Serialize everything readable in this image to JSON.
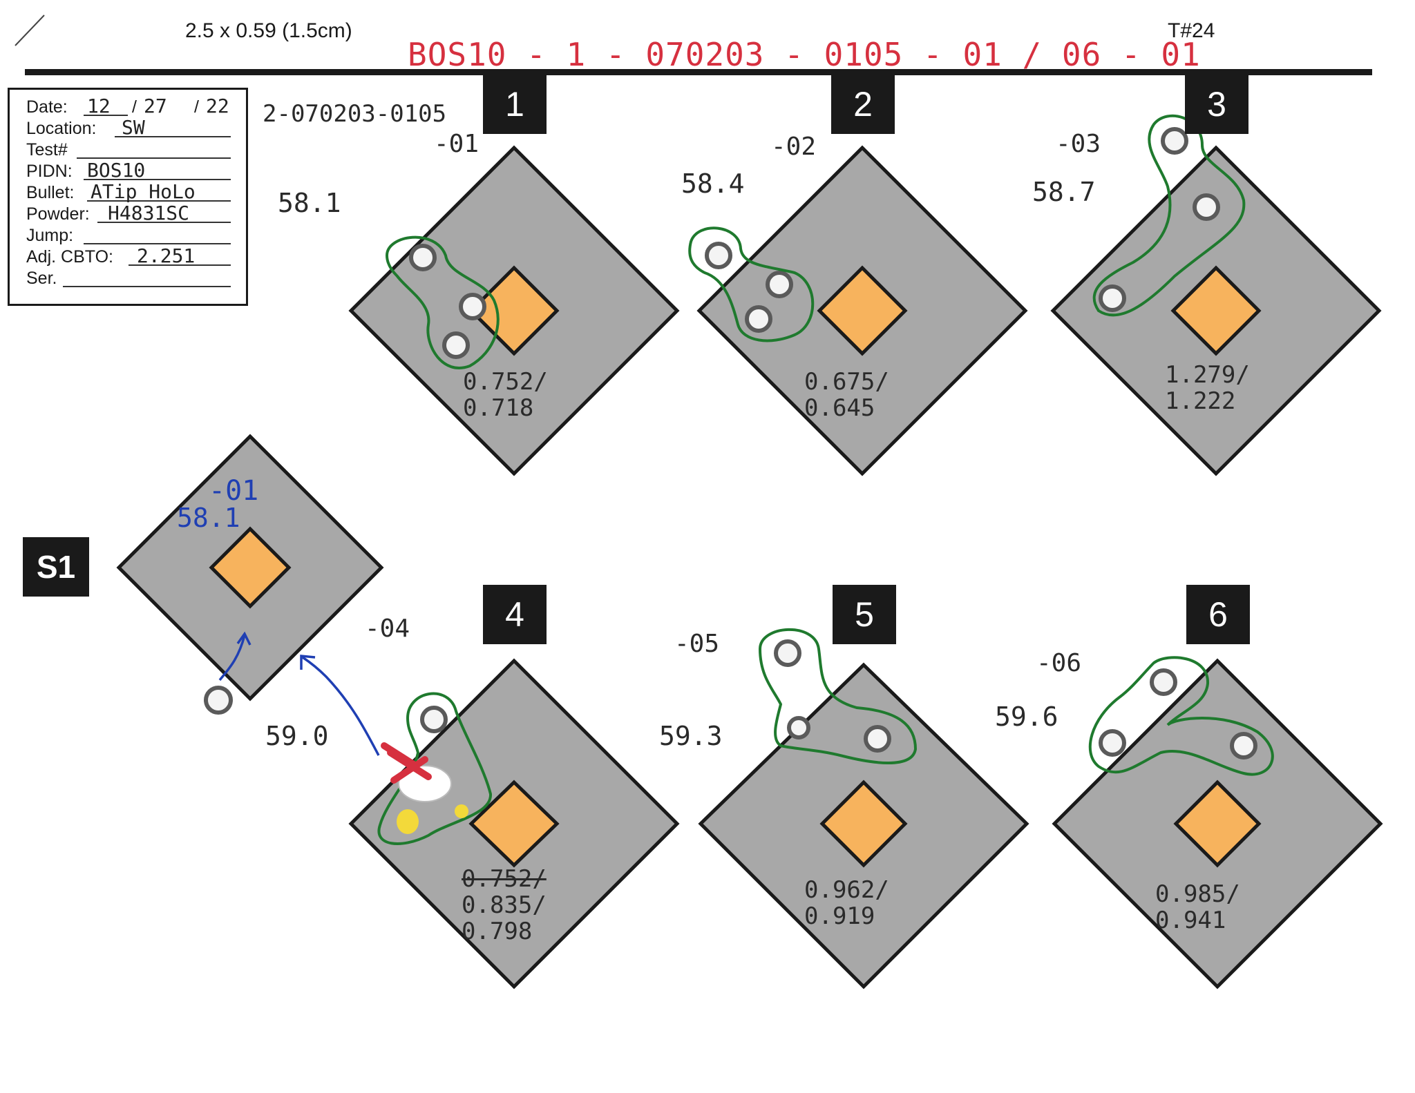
{
  "header": {
    "size_label": "2.5 x 0.59 (1.5cm)",
    "sheet_id": "T#24",
    "handwritten_title": "BOS10 - 1 - 070203 - 0105 - 01 / 06 - 01",
    "handwritten_code": "2-070203-0105"
  },
  "info": {
    "date_label": "Date:",
    "date_month": "12",
    "date_day": "27",
    "date_year": "22",
    "location_label": "Location:",
    "location_value": "SW",
    "test_label": "Test#",
    "pidn_label": "PIDN:",
    "pidn_value": "BOS10",
    "bullet_label": "Bullet:",
    "bullet_value": "ATip HoLo",
    "powder_label": "Powder:",
    "powder_value": "H4831SC",
    "jump_label": "Jump:",
    "cbto_label": "Adj. CBTO:",
    "cbto_value": "2.251",
    "ser_label": "Ser."
  },
  "sighter": {
    "label": "S1",
    "shot_id": "-01",
    "speed": "58.1"
  },
  "targets": [
    {
      "number": "1",
      "shot_id": "-01",
      "speed": "58.1",
      "group_a": "0.752/",
      "group_b": "0.718",
      "struck": ""
    },
    {
      "number": "2",
      "shot_id": "-02",
      "speed": "58.4",
      "group_a": "0.675/",
      "group_b": "0.645",
      "struck": ""
    },
    {
      "number": "3",
      "shot_id": "-03",
      "speed": "58.7",
      "group_a": "1.279/",
      "group_b": "1.222",
      "struck": ""
    },
    {
      "number": "4",
      "shot_id": "-04",
      "speed": "59.0",
      "group_a": "0.835/",
      "group_b": "0.798",
      "struck": "0.752/"
    },
    {
      "number": "5",
      "shot_id": "-05",
      "speed": "59.3",
      "group_a": "0.962/",
      "group_b": "0.919",
      "struck": ""
    },
    {
      "number": "6",
      "shot_id": "-06",
      "speed": "59.6",
      "group_a": "0.985/",
      "group_b": "0.941",
      "struck": ""
    }
  ],
  "colors": {
    "diamond_fill": "#a8a8a8",
    "diamond_stroke": "#1a1a1a",
    "center_fill": "#f7b35d",
    "marker_green": "#1f7a2e",
    "marker_blue": "#1f3fb3",
    "marker_red": "#d6303f"
  }
}
